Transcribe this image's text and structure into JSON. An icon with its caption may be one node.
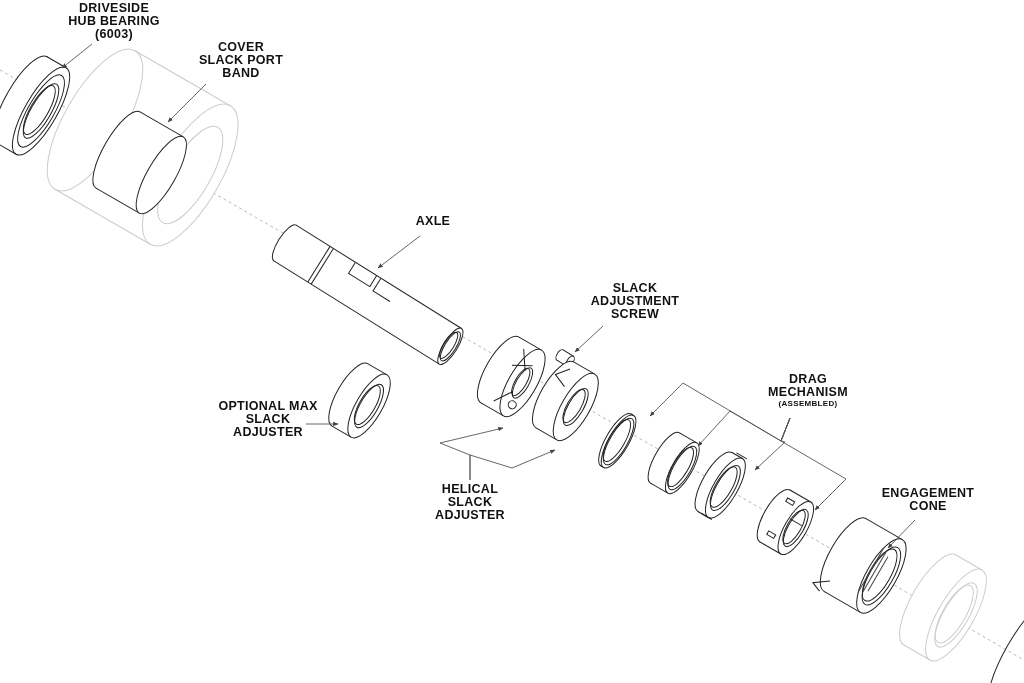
{
  "diagram": {
    "nodes": [
      {
        "text": [
          "DRIVESIDE HUB BEARING (6003)"
        ]
      },
      {
        "text": [],
        "shape": "picture"
      },
      {
        "text": [
          "COVER SLACK PORT BAND"
        ]
      },
      {
        "text": [],
        "shape": "picture"
      },
      {
        "text": [
          "AXLE"
        ]
      },
      {
        "text": [],
        "shape": "picture"
      },
      {
        "text": [
          "SLACK ADJUSTMENT SCREW"
        ]
      },
      {
        "text": [],
        "shape": "picture"
      },
      {
        "text": [
          "OPTIONAL MAX SLACK ADJUSTER"
        ]
      },
      {
        "text": [],
        "shape": "picture"
      },
      {
        "text": [
          "HELICAL SLACK ADJUSTER"
        ]
      },
      {
        "text": [],
        "shape": "picture"
      },
      {
        "text": [],
        "shape": "picture"
      },
      {
        "text": [
          "DRAG MECHANISM",
          "(ASSEMBLED)"
        ]
      },
      {
        "text": [],
        "shape": "picture"
      },
      {
        "text": [],
        "shape": "picture"
      },
      {
        "text": [],
        "shape": "picture"
      },
      {
        "text": [],
        "shape": "picture"
      },
      {
        "text": [
          "ENGAGEMENT CONE"
        ]
      },
      {
        "text": [],
        "shape": "picture"
      }
    ],
    "edges": [
      {
        "from": 0,
        "to": 1,
        "arrow": "to"
      },
      {
        "from": 2,
        "to": 3,
        "arrow": "to"
      },
      {
        "from": 4,
        "to": 5,
        "arrow": "to"
      },
      {
        "from": 6,
        "to": 7,
        "arrow": "to"
      },
      {
        "from": 8,
        "to": 9,
        "arrow": "to"
      },
      {
        "from": 10,
        "to": 11,
        "arrow": "to"
      },
      {
        "from": 10,
        "to": 12,
        "arrow": "to"
      },
      {
        "from": 13,
        "to": 14,
        "arrow": "to"
      },
      {
        "from": 13,
        "to": 15,
        "arrow": "to"
      },
      {
        "from": 13,
        "to": 16,
        "arrow": "to"
      },
      {
        "from": 13,
        "to": 17,
        "arrow": "to"
      },
      {
        "from": 18,
        "to": 19,
        "arrow": "to"
      }
    ]
  }
}
